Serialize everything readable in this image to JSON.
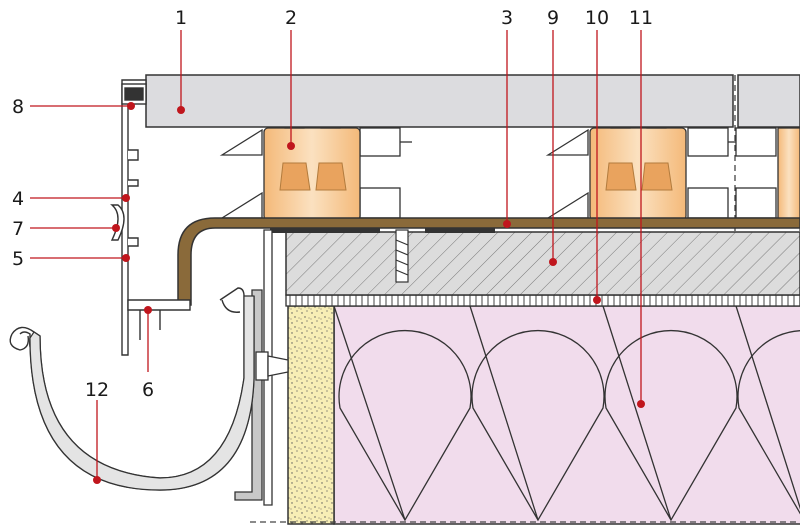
{
  "labels": {
    "l1": "1",
    "l2": "2",
    "l3": "3",
    "l4": "4",
    "l5": "5",
    "l6": "6",
    "l7": "7",
    "l8": "8",
    "l9": "9",
    "l10": "10",
    "l11": "11",
    "l12": "12"
  },
  "colors": {
    "leader": "#c0161d",
    "dot": "#c0161d",
    "panel": "#dcdcdf",
    "insulation": "#f1dcec",
    "screed": "#dddddd",
    "wood": "#8a6a3a",
    "bracket": "#f3c58f",
    "render": "#f7eeb5",
    "steel": "#c8c8c8"
  }
}
